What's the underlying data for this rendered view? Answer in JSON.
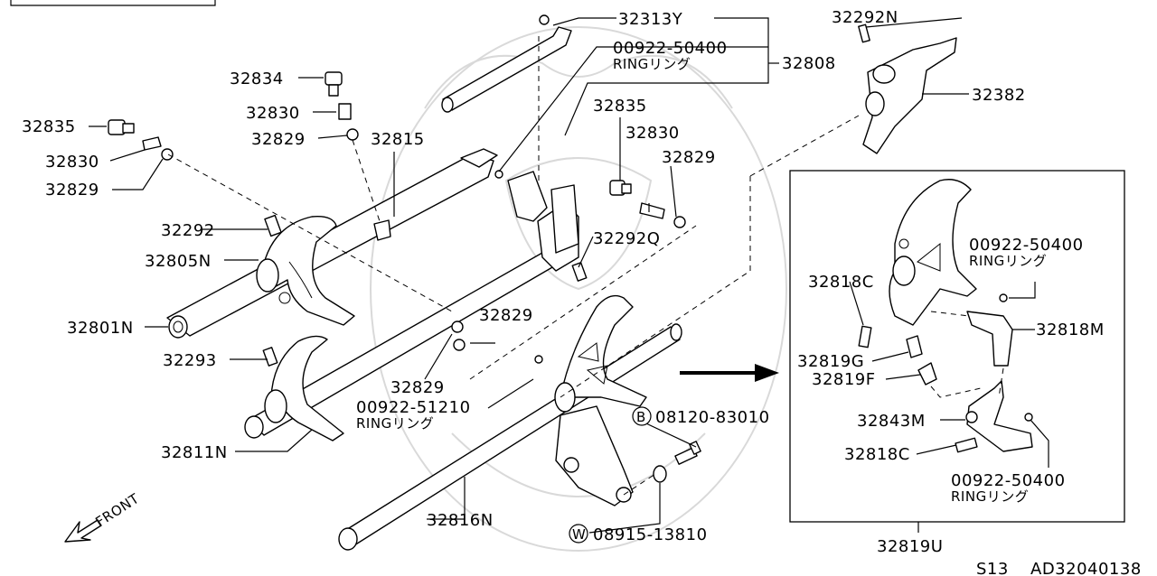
{
  "labels": {
    "p32313Y": "32313Y",
    "p00922_50400_a": "00922-50400",
    "ring_a": "RINGリング",
    "p32808": "32808",
    "p32292N": "32292N",
    "p32382": "32382",
    "p32834": "32834",
    "p32830_a": "32830",
    "p32829_a": "32829",
    "p32815": "32815",
    "p32835_a": "32835",
    "p32830_b": "32830",
    "p32829_b": "32829",
    "p32835_b": "32835",
    "p32830_c": "32830",
    "p32829_c": "32829",
    "p32292": "32292",
    "p32805N": "32805N",
    "p32292Q": "32292Q",
    "p32801N": "32801N",
    "p32829_d": "32829",
    "p32293": "32293",
    "p32829_e": "32829",
    "p00922_51210": "00922-51210",
    "ring_b": "RINGリング",
    "p32811N": "32811N",
    "b_symbol": "B",
    "p08120_83010": "08120-83010",
    "p32816N": "32816N",
    "w_symbol": "W",
    "p08915_13810": "08915-13810",
    "front": "FRONT",
    "p00922_50400_b": "00922-50400",
    "ring_c": "RINGリング",
    "p32818C_a": "32818C",
    "p32818M": "32818M",
    "p32819G": "32819G",
    "p32819F": "32819F",
    "p32843M": "32843M",
    "p32818C_b": "32818C",
    "p00922_50400_c": "00922-50400",
    "ring_d": "RINGリング",
    "p32819U": "32819U"
  },
  "footer": {
    "left_code": "S13",
    "right_code": "AD32040138"
  }
}
